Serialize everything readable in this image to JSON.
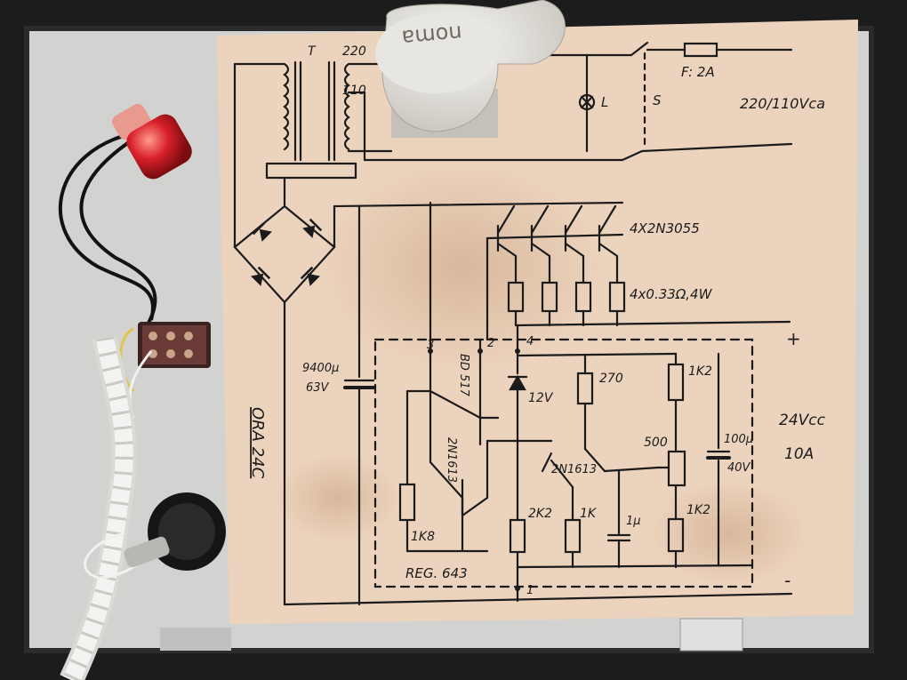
{
  "colors": {
    "frame": "#1c1c1c",
    "panel": "#d2d3d0",
    "paper": "#ecd3bd",
    "paper_shadow": "#d9b99e",
    "ink": "#1b1b1b",
    "led_red": "#d81f2a",
    "wire_black": "#121212",
    "wire_white": "#f1f1ef",
    "wire_yellow": "#e2c44a",
    "knob": "#e4e2dc"
  },
  "icons": {
    "indicator": "indicator-lamp-icon",
    "switch": "toggle-switch-icon",
    "fuse_holder": "fuse-holder-icon",
    "knob": "rotary-knob-icon"
  },
  "knob": {
    "brand": "noma"
  },
  "diagram": {
    "transformer": {
      "label": "T",
      "tap_220": "220",
      "tap_110": "110"
    },
    "fuse": "F: 2A",
    "lamp": "L",
    "switch": "S",
    "mains": "220/110Vca",
    "transistors": "4X2N3055",
    "emitter_resistors": "4x0.33Ω,4W",
    "output_plus": "+",
    "output_minus": "-",
    "output_voltage": "24Vcc",
    "output_current": "10A",
    "filter_cap": {
      "value": "9400µ",
      "voltage": "63V"
    },
    "nodes": {
      "n1": "1",
      "n2": "2",
      "n3": "3",
      "n4": "4"
    },
    "driver": "BD 517",
    "pre_driver": "2N1613",
    "error_amp": "2N1613",
    "zener": "12V",
    "r_270": "270",
    "r_1k2_top": "1K2",
    "pot": "500",
    "r_1k2_bottom": "1K2",
    "out_cap": {
      "value": "100µ",
      "voltage": "40V"
    },
    "r_2k2": "2K2",
    "r_1k": "1K",
    "cap_1u": "1µ",
    "r_1k8": "1K8",
    "regulator": "REG. 643",
    "model": "ORA 24C"
  }
}
